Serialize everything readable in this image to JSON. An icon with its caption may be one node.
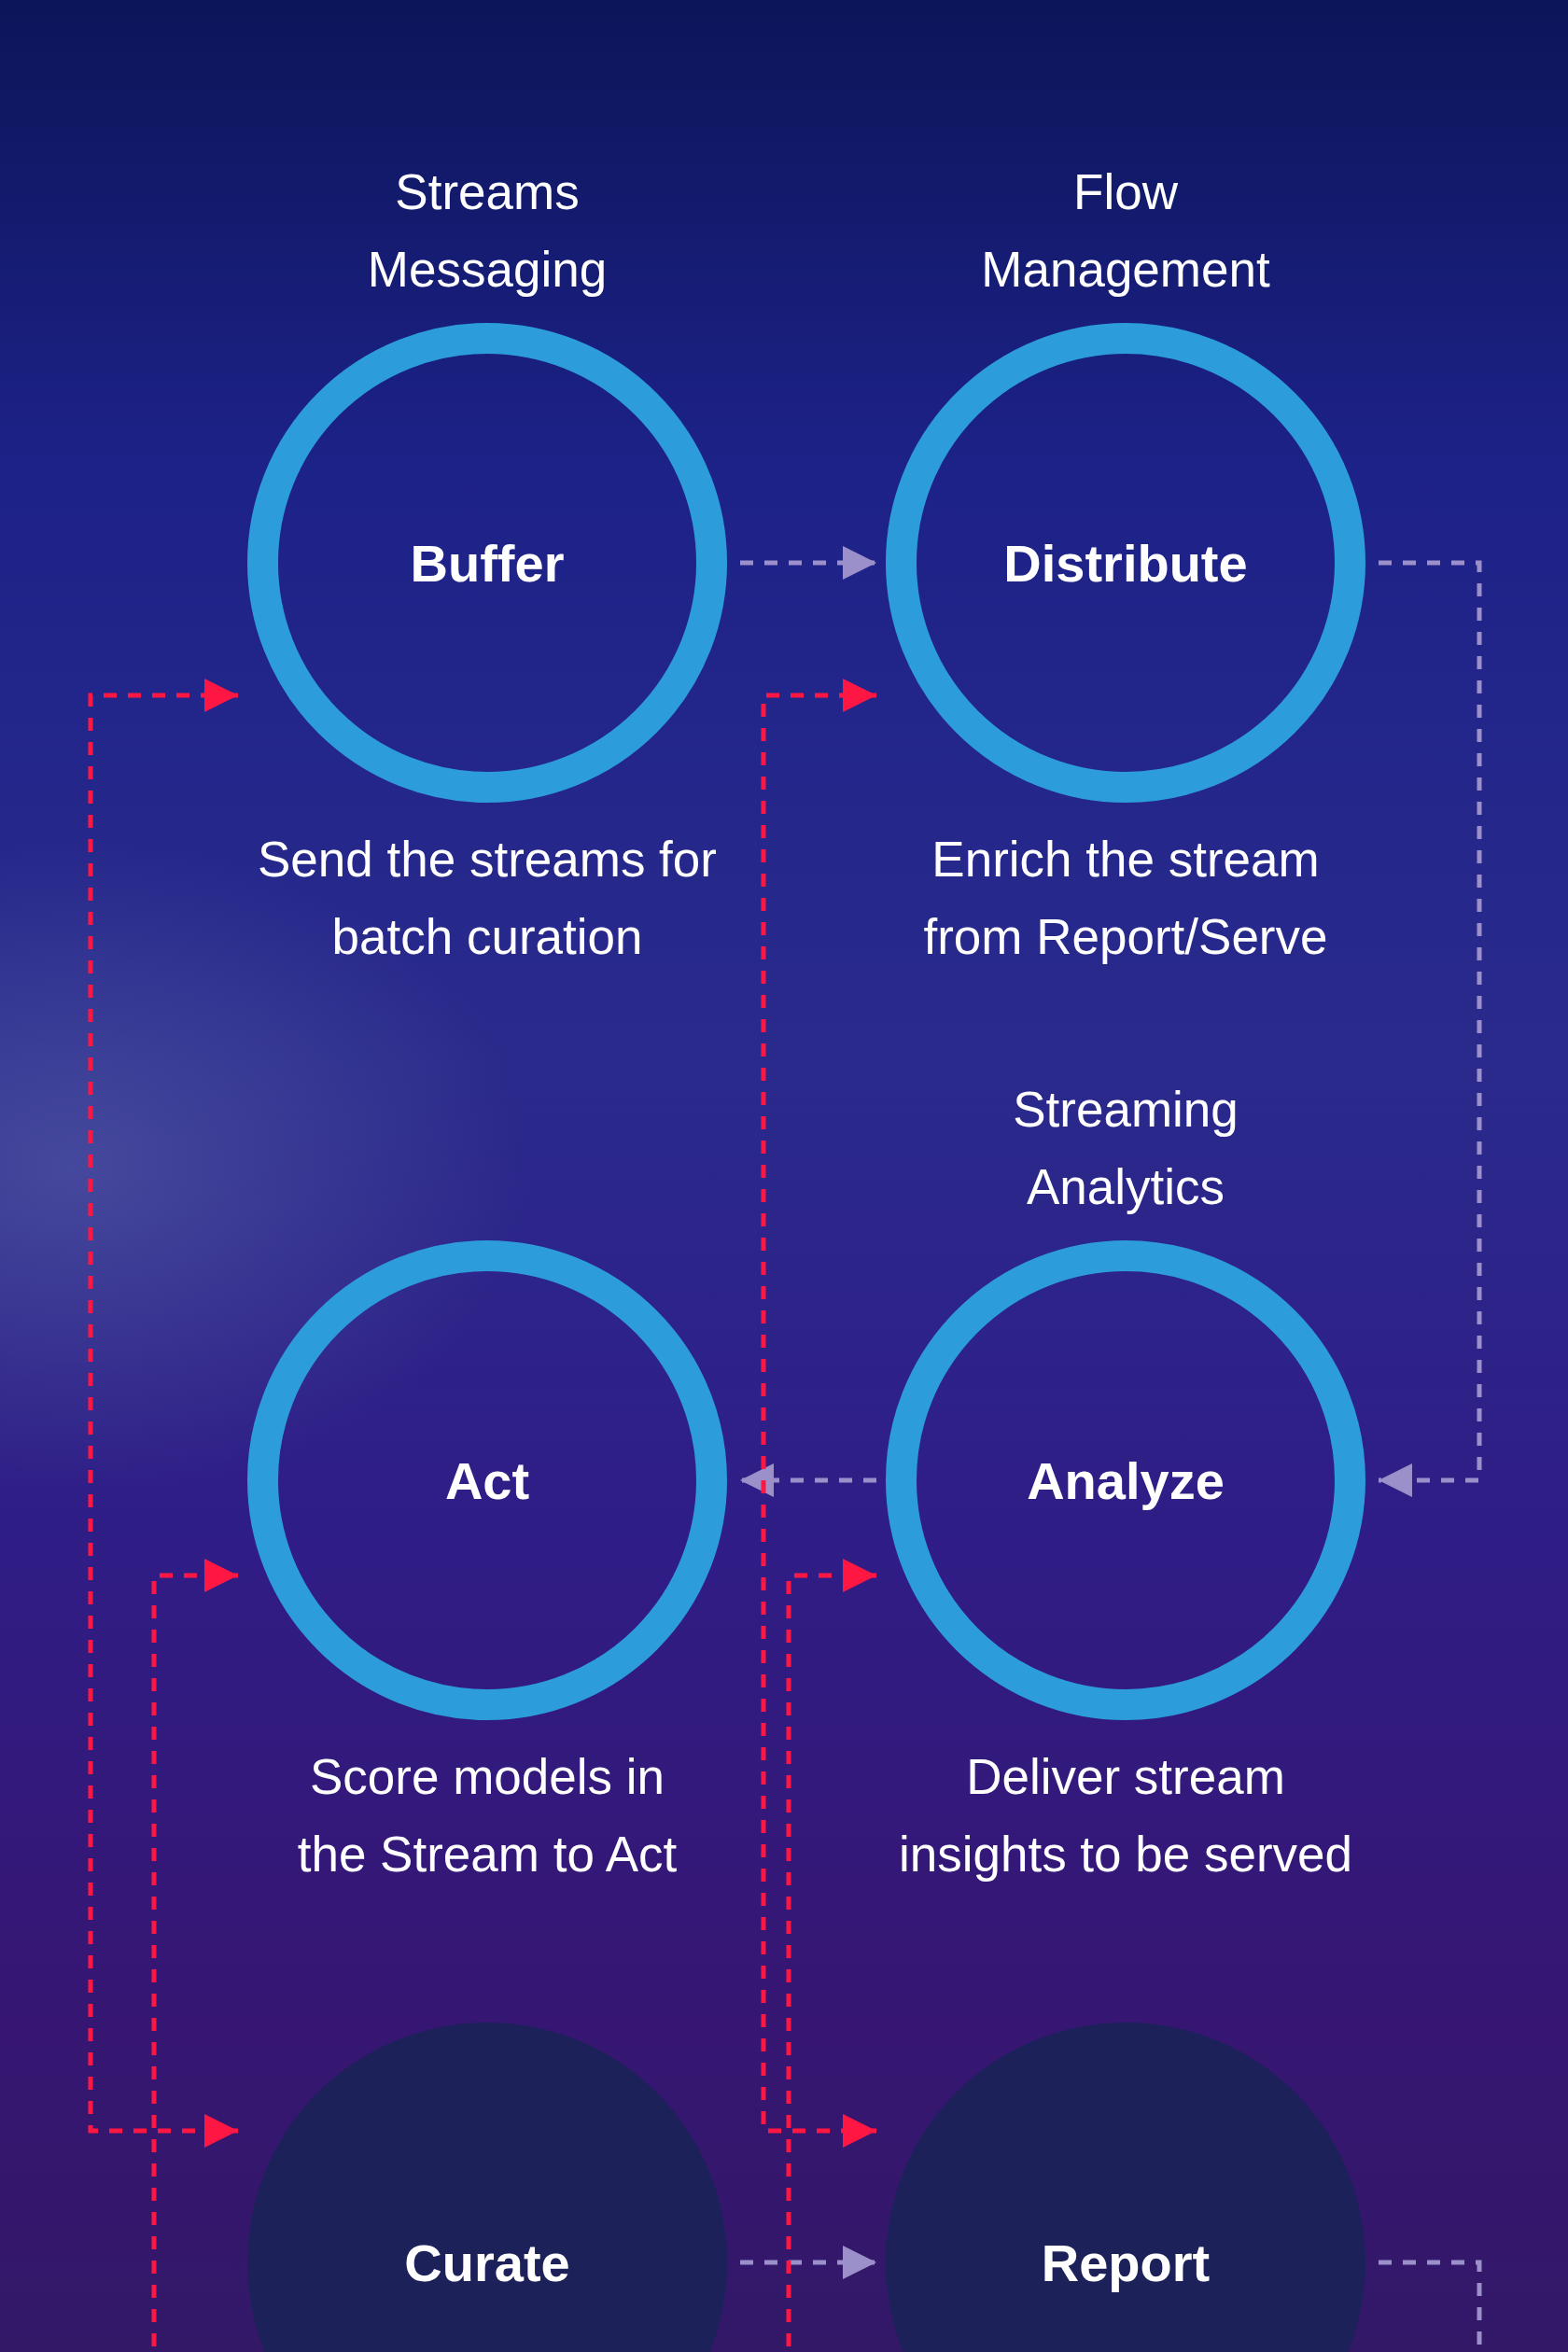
{
  "diagram": {
    "nodes": [
      {
        "text": [
          "Buffer"
        ],
        "beside": [
          "Streams Messaging",
          "Send the streams for batch curation"
        ]
      },
      {
        "text": [
          "Distribute"
        ],
        "beside": [
          "Flow Management",
          "Enrich the stream from Report/Serve"
        ]
      },
      {
        "text": [
          "Act"
        ],
        "beside": [
          "Score models in the Stream to Act"
        ]
      },
      {
        "text": [
          "Analyze"
        ],
        "beside": [
          "Streaming Analytics",
          "Deliver stream insights to be served"
        ]
      },
      {
        "text": [
          "Curate"
        ]
      },
      {
        "text": [
          "Report"
        ]
      }
    ],
    "edges": [
      {
        "from": 0,
        "to": 1,
        "arrow": "to",
        "style": "dashed"
      },
      {
        "from": 1,
        "to": 3,
        "arrow": "to",
        "style": "dashed"
      },
      {
        "from": 3,
        "to": 2,
        "arrow": "to",
        "style": "dashed"
      },
      {
        "from": 0,
        "to": 4,
        "arrow": "both",
        "style": "dashed",
        "color": "#ff1744"
      },
      {
        "from": 1,
        "to": 5,
        "arrow": "both",
        "style": "dashed",
        "color": "#ff1744"
      },
      {
        "from": 4,
        "to": 5,
        "arrow": "to",
        "style": "dashed"
      },
      {
        "from": null,
        "to": 2,
        "arrow": "to",
        "style": "dashed",
        "color": "#ff1744"
      },
      {
        "from": null,
        "to": 3,
        "arrow": "to",
        "style": "dashed",
        "color": "#ff1744"
      },
      {
        "from": 5,
        "to": null,
        "arrow": "none",
        "style": "dashed"
      }
    ]
  }
}
